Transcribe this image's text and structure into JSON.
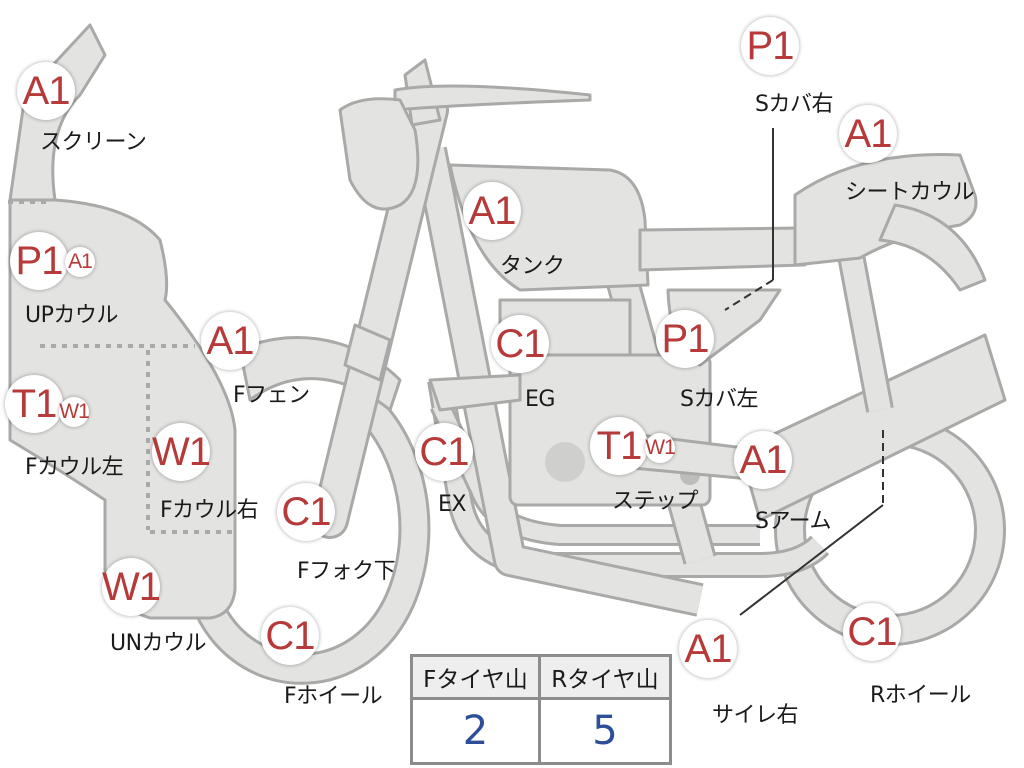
{
  "grades": {
    "screen": "A1",
    "up_cowl_main": "P1",
    "up_cowl_sub": "A1",
    "f_cowl_left_main": "T1",
    "f_cowl_left_sub": "W1",
    "f_cowl_right": "W1",
    "un_cowl": "W1",
    "f_fender": "A1",
    "f_fork": "C1",
    "f_wheel": "C1",
    "tank": "A1",
    "engine": "C1",
    "exhaust": "C1",
    "step_main": "T1",
    "step_sub": "W1",
    "s_cover_right": "P1",
    "s_cover_left": "P1",
    "seat_cowl": "A1",
    "swing_arm": "A1",
    "silencer_right": "A1",
    "r_wheel": "C1"
  },
  "labels": {
    "screen": "スクリーン",
    "up_cowl": "UPカウル",
    "f_cowl_left": "Fカウル左",
    "f_cowl_right": "Fカウル右",
    "un_cowl": "UNカウル",
    "f_fender": "Fフェン",
    "f_fork": "Fフォク下",
    "f_wheel": "Fホイール",
    "tank": "タンク",
    "engine": "EG",
    "exhaust": "EX",
    "step": "ステップ",
    "s_cover_right": "Sカバ右",
    "s_cover_left": "Sカバ左",
    "seat_cowl": "シートカウル",
    "swing_arm": "Sアーム",
    "silencer_right": "サイレ右",
    "r_wheel": "Rホイール"
  },
  "tire_table": {
    "front_header": "Fタイヤ山",
    "rear_header": "Rタイヤ山",
    "front_value": "2",
    "rear_value": "5"
  },
  "colors": {
    "grade_text": "#b73a3a",
    "part_fill": "#e3e3e1",
    "part_outline": "#a9a9a7",
    "tire_value_text": "#2d4f9a"
  }
}
